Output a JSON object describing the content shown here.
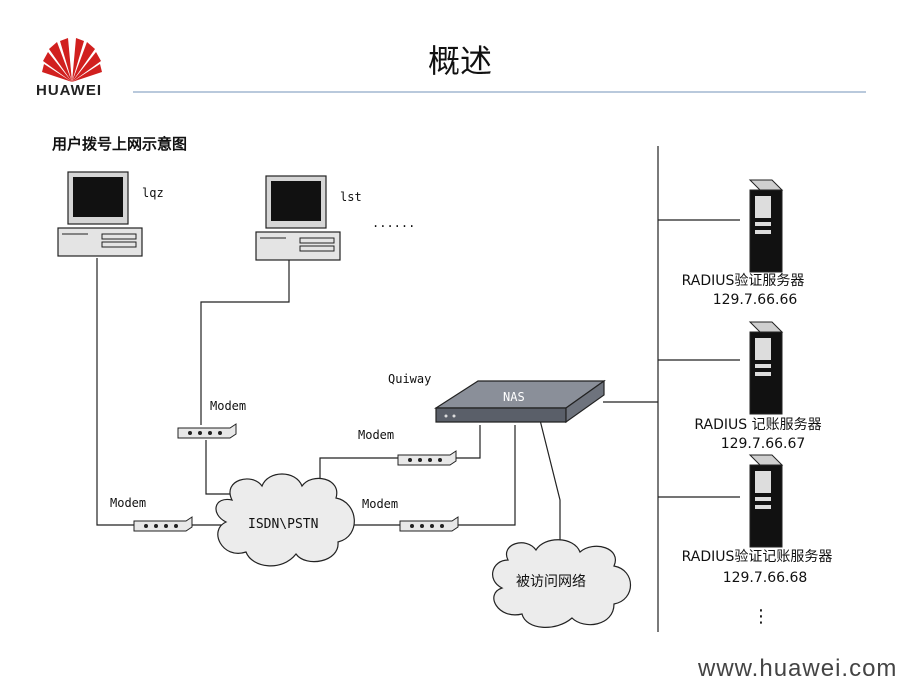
{
  "slide": {
    "title": "概述",
    "logo_text": "HUAWEI",
    "footer_url": "www.huawei.com"
  },
  "diagram": {
    "caption": "用户拨号上网示意图",
    "pc_left_label": "lqz",
    "pc_right_label": "lst",
    "ellipsis_h": "......",
    "modem_label": "Modem",
    "nas_vendor": "Quiway",
    "nas_label": "NAS",
    "isdn_label": "ISDN\\PSTN",
    "network_label": "被访问网络",
    "servers": [
      {
        "name": "RADIUS验证服务器",
        "ip": "129.7.66.66"
      },
      {
        "name": "RADIUS 记账服务器",
        "ip": "129.7.66.67"
      },
      {
        "name": "RADIUS验证记账服务器",
        "ip": "129.7.66.68"
      }
    ],
    "ellipsis_v": "⋮"
  },
  "colors": {
    "line": "#222222",
    "nas_top": "#8a8f99",
    "nas_front": "#5a5f69",
    "header_rule": "#b9c9dc",
    "logo_red": "#d1201f"
  }
}
